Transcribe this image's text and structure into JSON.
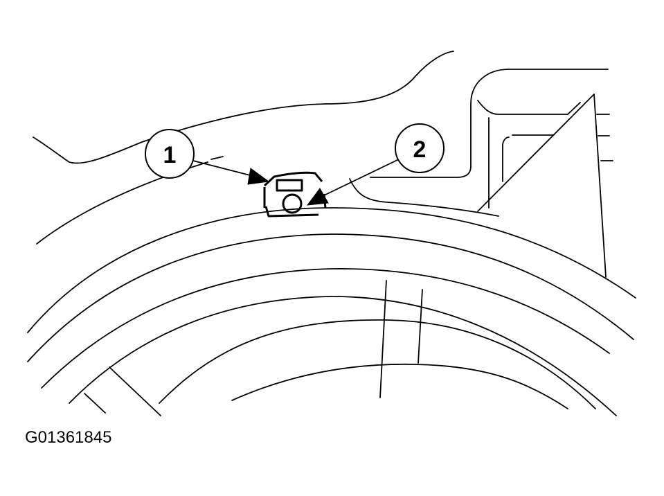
{
  "callouts": [
    {
      "number": "1"
    },
    {
      "number": "2"
    }
  ],
  "figure_code": "G01361845",
  "colors": {
    "line": "#000000",
    "background": "#ffffff"
  }
}
